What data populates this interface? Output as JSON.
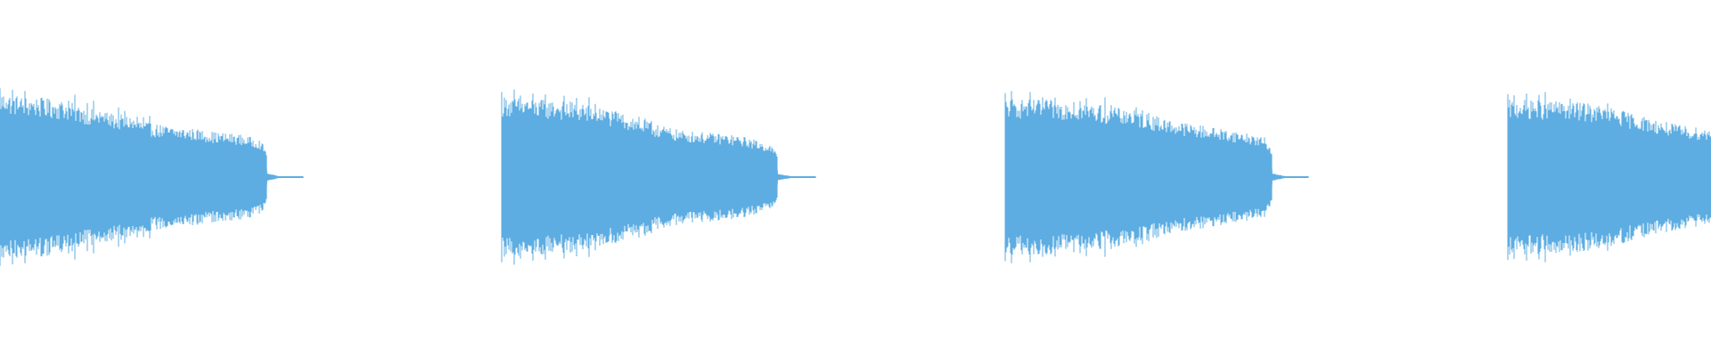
{
  "waveform": {
    "color": "#5dade2",
    "background": "#ffffff",
    "clips": [
      {
        "label": "",
        "envelope": [
          0.95,
          0.9,
          0.88,
          0.85,
          0.78,
          0.72,
          0.68,
          0.6,
          0.56,
          0.54,
          0.5,
          0.48,
          0.42,
          0.04,
          0.02
        ]
      },
      {
        "label": "",
        "envelope": [
          0.9,
          0.88,
          0.86,
          0.84,
          0.8,
          0.74,
          0.66,
          0.58,
          0.52,
          0.5,
          0.48,
          0.44,
          0.36,
          0.04,
          0.02
        ]
      },
      {
        "label": "",
        "envelope": [
          0.88,
          0.86,
          0.86,
          0.85,
          0.82,
          0.78,
          0.74,
          0.68,
          0.62,
          0.58,
          0.54,
          0.5,
          0.44,
          0.04,
          0.02
        ]
      },
      {
        "label": "",
        "envelope": [
          0.86,
          0.86,
          0.85,
          0.84,
          0.82,
          0.78,
          0.72,
          0.66,
          0.6,
          0.56,
          0.54
        ]
      }
    ]
  }
}
